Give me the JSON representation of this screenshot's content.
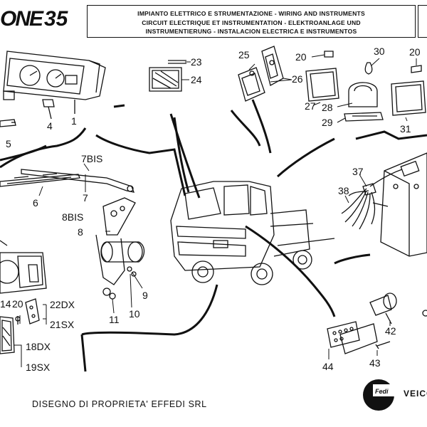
{
  "header": {
    "brand": "ONE",
    "model": "35",
    "title_lines": [
      "IMPIANTO ELETTRICO E STRUMENTAZIONE - WIRING AND INSTRUMENTS",
      "CIRCUIT ELECTRIQUE ET INSTRUMENTATION - ELEKTROANLAGE UND",
      "INSTRUMENTIERUNG - INSTALACION ELECTRICA E INSTRUMENTOS"
    ]
  },
  "footer": {
    "ownership": "DISEGNO DI PROPRIETA' EFFEDI SRL",
    "logo_text": "Fedi",
    "vendor": "VEICO"
  },
  "callouts": [
    "1",
    "4",
    "5",
    "6",
    "7",
    "7BIS",
    "8",
    "8BIS",
    "9",
    "10",
    "11",
    "14",
    "20",
    "22DX",
    "21SX",
    "18DX",
    "19SX",
    "23",
    "24",
    "25",
    "26",
    "20",
    "30",
    "20",
    "27",
    "28",
    "29",
    "31",
    "37",
    "38",
    "42",
    "43",
    "44"
  ]
}
